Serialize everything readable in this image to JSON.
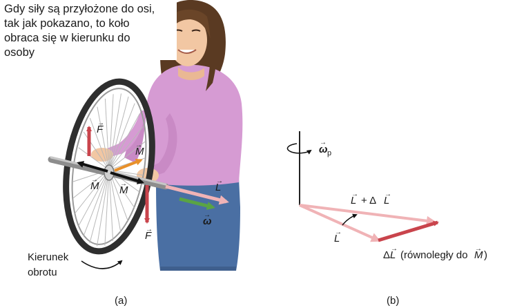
{
  "caption": {
    "line1": "Gdy siły są przyłożone do osi,",
    "line2": "tak jak pokazano, to koło",
    "line3": "obraca się w kierunku do",
    "line4": "osoby"
  },
  "panel_a": {
    "label": "(a)",
    "rotation_label_line1": "Kierunek",
    "rotation_label_line2": "obrotu",
    "force_up": "F",
    "force_down": "F",
    "torque_upper": "M",
    "torque_left": "M",
    "torque_right": "M",
    "angular_momentum": "L",
    "angular_velocity": "ω"
  },
  "panel_b": {
    "label": "(b)",
    "precession_omega": "ω",
    "precession_sub": "p",
    "sum_label_L": "L",
    "sum_label_plus": "+ Δ",
    "sum_label_L2": "L",
    "vector_L": "L",
    "delta_L_prefix": "Δ",
    "delta_L": "L",
    "parallel_text": "(równoległy do",
    "parallel_M": "M",
    "parallel_close": ")"
  },
  "colors": {
    "force_arrow": "#c9444c",
    "torque_orange": "#e8902a",
    "omega_green": "#5aa444",
    "L_pink": "#f0b3b6",
    "deltaL_red": "#c9444c",
    "shirt": "#d69bd3",
    "jeans": "#4a6fa3",
    "hair": "#5a3a22",
    "skin": "#f2c7a3",
    "tire": "#2e2e2e",
    "axis_line": "#222222"
  }
}
